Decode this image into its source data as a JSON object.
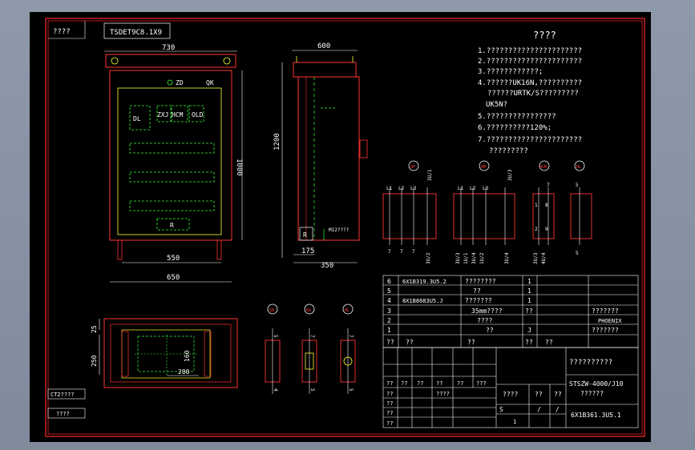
{
  "colors": {
    "background": "#000000",
    "frame": "#ff2a2a",
    "line": "#ffffff",
    "cabinet": "#ff3333",
    "inner": "#ffff33",
    "component": "#33ff33",
    "dim": "#ffffff",
    "box": "#ff3333"
  },
  "frame": {
    "top_left_label": "????",
    "title_box": "TSDET9C8.1X9",
    "left_lower_1": "CT2????",
    "left_lower_2": "????"
  },
  "front_view": {
    "width_top": "730",
    "height": "1000",
    "inner_width": "550",
    "outer_width": "650",
    "zd": "ZD",
    "qk": "QK",
    "dl": "DL",
    "zxj": "ZXJ",
    "hcm": "HCM",
    "old": "OLD",
    "r": "R"
  },
  "side_view": {
    "width_top": "600",
    "height": "1200",
    "base": "175",
    "depth": "350",
    "r": "R",
    "callout": "M12????"
  },
  "notes": {
    "title": "????",
    "lines": [
      "1.??????????????????????",
      "2.??????????????????????",
      "3.????????????;",
      "4.??????UK16N,??????????",
      "??????URTK/S?????????",
      "UK5N?",
      "5.????????????????",
      "6.??????????120%;",
      "7.??????????????????????",
      "?????????"
    ]
  },
  "schematic_top": {
    "sym1": "QF",
    "sym2": "KM",
    "sym3": "HCM",
    "sym4": "HL",
    "g1_top": [
      "L1",
      "L2",
      "L3",
      "3U/1"
    ],
    "g1_bot": [
      "7",
      "7",
      "7",
      "3U/2"
    ],
    "g2_top": [
      "L1",
      "L2",
      "L3",
      "3U/3"
    ],
    "g2_bot": [
      "3U/3",
      "1U/1",
      "3U/4",
      "1U/2",
      "3U/4"
    ],
    "g3_top": [
      "7"
    ],
    "g3_mid": [
      "1",
      "8"
    ],
    "g3_bot": [
      "2",
      "9"
    ],
    "g3_label": [
      "3U/3",
      "4U/4"
    ],
    "g4_top": [
      "5"
    ],
    "g4_bot": [
      "5"
    ]
  },
  "bom": {
    "rows": [
      {
        "no": "6",
        "code": "6X1B319.3U5.2",
        "name": "????????",
        "qty": "1"
      },
      {
        "no": "5",
        "code": "",
        "name": "??",
        "qty": "1"
      },
      {
        "no": "4",
        "code": "8X1B8683U5.J",
        "name": "???????",
        "qty": "1"
      },
      {
        "no": "3",
        "code": "",
        "name": "35mm????",
        "qty": "??",
        "note": "???????"
      },
      {
        "no": "2",
        "code": "",
        "name": "????",
        "qty": "",
        "note": "PHOENIX"
      },
      {
        "no": "1",
        "code": "",
        "name": "??",
        "qty": "J",
        "note": "???????"
      }
    ],
    "header": [
      "??",
      "??",
      "??",
      "??",
      "??"
    ]
  },
  "title_block": {
    "company": "??????????",
    "model": "STSZW-4000/J10",
    "model2": "??????",
    "drawing_no": "6X1B361.3U5.1",
    "cell_a": "????",
    "cell_b": "??",
    "cell_c": "??",
    "s": "S",
    "slash1": "/",
    "slash2": "/",
    "one": "1",
    "left_rows": [
      "??",
      "??",
      "??",
      "??",
      "??",
      "??"
    ],
    "mid_rows": [
      "??",
      "??",
      "??",
      "????",
      "??",
      "???"
    ]
  },
  "bottom_symbols": {
    "s1": "SB",
    "s2": "KA",
    "s3": "HL",
    "b1": "4",
    "b2": "5",
    "b3": "5",
    "t1": "5",
    "t2": "7",
    "t3": "7"
  },
  "plan_view": {
    "d1": "25",
    "d2": "250",
    "d3": "160",
    "d4": "200"
  }
}
